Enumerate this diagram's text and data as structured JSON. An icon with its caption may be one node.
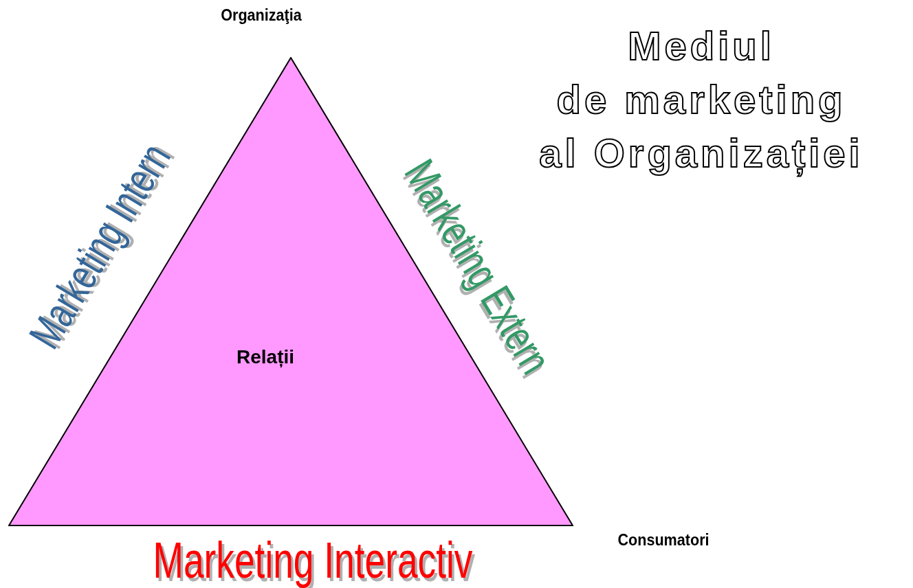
{
  "diagram": {
    "title": "Mediul de marketing al Organizației",
    "nodes": [
      {
        "text": [
          "Relații"
        ]
      }
    ],
    "edges": [],
    "labels": [
      "Organizaţia",
      "Marketing Intern",
      "Marketing Extern",
      "Consumatori",
      "Marketing Interactiv"
    ]
  }
}
